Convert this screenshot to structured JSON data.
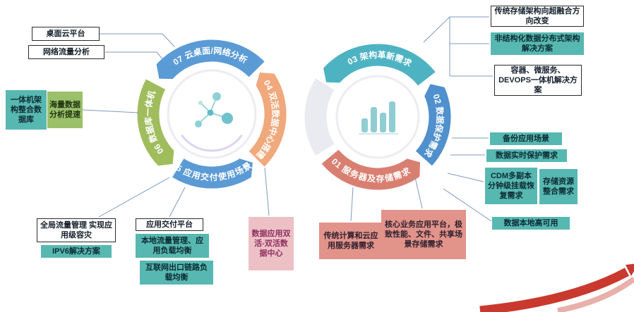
{
  "cycles": {
    "left": {
      "center_icon": "molecule-icon",
      "segments": [
        {
          "num": "07",
          "label": "07 云桌面/网络分析",
          "color": "#5b9bd5"
        },
        {
          "num": "06",
          "label": "06 数据库一体机",
          "color": "#a0bd5e"
        },
        {
          "num": "05",
          "label": "05 应用交付使用场景",
          "color": "#5b9bd5"
        },
        {
          "num": "04",
          "label": "04 双活数据中心搭建",
          "color": "#f0a97c"
        }
      ]
    },
    "right": {
      "center_icon": "bar-chart-icon",
      "segments": [
        {
          "num": "03",
          "label": "03 架构革新需求",
          "color": "#4db3c2"
        },
        {
          "num": "02",
          "label": "02 数据保护需求",
          "color": "#4f90cd"
        },
        {
          "num": "01",
          "label": "01 服务器及存储需求",
          "color": "#d97f72"
        }
      ]
    }
  },
  "callouts": {
    "top_left": [
      {
        "label": "桌面云平台",
        "style": "white"
      },
      {
        "label": "网络流量分析",
        "style": "white"
      }
    ],
    "left": [
      {
        "label": "一体机架构整合数据库",
        "style": "teal"
      },
      {
        "label": "海量数据分析提速",
        "style": "green"
      }
    ],
    "top_right": [
      {
        "label": "传统存储架构向超融合方向改变",
        "style": "white"
      },
      {
        "label": "非结构化数据分布式架构解决方案",
        "style": "teal"
      },
      {
        "label": "容器、微服务、DEVOPS一体机解决方案",
        "style": "white"
      }
    ],
    "right": [
      {
        "label": "备份应用场景",
        "style": "teal"
      },
      {
        "label": "数据实时保护需求",
        "style": "teal"
      },
      {
        "label": "CDM多副本分钟级挂载恢复需求",
        "style": "teal"
      },
      {
        "label": "存储资源整合需求",
        "style": "teal"
      },
      {
        "label": "数据本地高可用",
        "style": "teal"
      }
    ],
    "bottom_left": [
      {
        "label": "全局流量管理 实现应用级容灾",
        "style": "white"
      },
      {
        "label": "IPV6解决方案",
        "style": "teal"
      },
      {
        "label": "应用交付平台",
        "style": "white"
      },
      {
        "label": "本地流量管理、应用负载均衡",
        "style": "teal"
      },
      {
        "label": "互联网出口链路负载均衡",
        "style": "teal"
      }
    ],
    "bottom_center": [
      {
        "label": "数据应用双活-双活数据中心",
        "style": "pink"
      },
      {
        "label": "传统计算和云应用服务器需求",
        "style": "salmon"
      },
      {
        "label": "核心业务应用平台，极致性能、文件、共享场景存储需求",
        "style": "salmon"
      }
    ]
  },
  "colors": {
    "teal_box": "#57b8b1",
    "green_box": "#9cc069",
    "salmon_box": "#e2938a",
    "pink_box": "#edc0c6",
    "arc_blue": "#5b9bd5",
    "arc_green": "#a0bd5e",
    "arc_orange": "#f0a97c",
    "arc_teal": "#4db3c2",
    "arc_salmon": "#d97f72",
    "connector": "#7b9bbf",
    "swoosh_red": "#c9392e",
    "swoosh_pink": "#e8b0aa"
  }
}
